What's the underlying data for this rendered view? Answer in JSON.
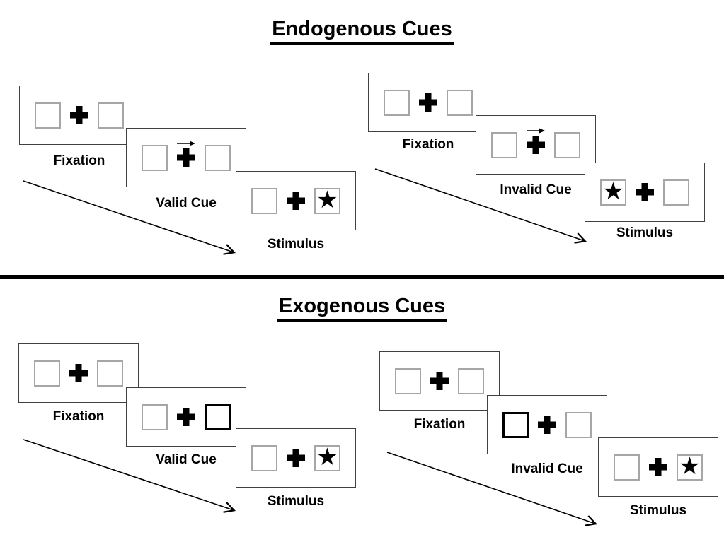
{
  "colors": {
    "background": "#ffffff",
    "frame_border": "#404040",
    "placeholder_square_border": "#a6a6a6",
    "cue_highlight_border": "#000000",
    "divider": "#000000",
    "text": "#000000"
  },
  "icons": {
    "star": "★",
    "fixation_cross": "plus-cross",
    "cue_arrow": "small-right-arrow",
    "timeline_arrow": "diagonal-line-open-arrowhead"
  },
  "sections": [
    {
      "title": "Endogenous Cues",
      "sequences": [
        {
          "name": "endogenous-valid-trial",
          "frames": [
            {
              "label": "Fixation",
              "left_glyph": "",
              "right_glyph": "",
              "has_cue_arrow": false,
              "cue_side": null
            },
            {
              "label": "Valid Cue",
              "left_glyph": "",
              "right_glyph": "",
              "has_cue_arrow": true,
              "cue_side": null
            },
            {
              "label": "Stimulus",
              "left_glyph": "",
              "right_glyph": "★",
              "has_cue_arrow": false,
              "cue_side": null
            }
          ]
        },
        {
          "name": "endogenous-invalid-trial",
          "frames": [
            {
              "label": "Fixation",
              "left_glyph": "",
              "right_glyph": "",
              "has_cue_arrow": false,
              "cue_side": null
            },
            {
              "label": "Invalid Cue",
              "left_glyph": "",
              "right_glyph": "",
              "has_cue_arrow": true,
              "cue_side": null
            },
            {
              "label": "Stimulus",
              "left_glyph": "★",
              "right_glyph": "",
              "has_cue_arrow": false,
              "cue_side": null
            }
          ]
        }
      ]
    },
    {
      "title": "Exogenous Cues",
      "sequences": [
        {
          "name": "exogenous-valid-trial",
          "frames": [
            {
              "label": "Fixation",
              "left_glyph": "",
              "right_glyph": "",
              "has_cue_arrow": false,
              "cue_side": null
            },
            {
              "label": "Valid Cue",
              "left_glyph": "",
              "right_glyph": "",
              "has_cue_arrow": false,
              "cue_side": "right"
            },
            {
              "label": "Stimulus",
              "left_glyph": "",
              "right_glyph": "★",
              "has_cue_arrow": false,
              "cue_side": null
            }
          ]
        },
        {
          "name": "exogenous-invalid-trial",
          "frames": [
            {
              "label": "Fixation",
              "left_glyph": "",
              "right_glyph": "",
              "has_cue_arrow": false,
              "cue_side": null
            },
            {
              "label": "Invalid Cue",
              "left_glyph": "",
              "right_glyph": "",
              "has_cue_arrow": false,
              "cue_side": "left"
            },
            {
              "label": "Stimulus",
              "left_glyph": "",
              "right_glyph": "★",
              "has_cue_arrow": false,
              "cue_side": null
            }
          ]
        }
      ]
    }
  ]
}
